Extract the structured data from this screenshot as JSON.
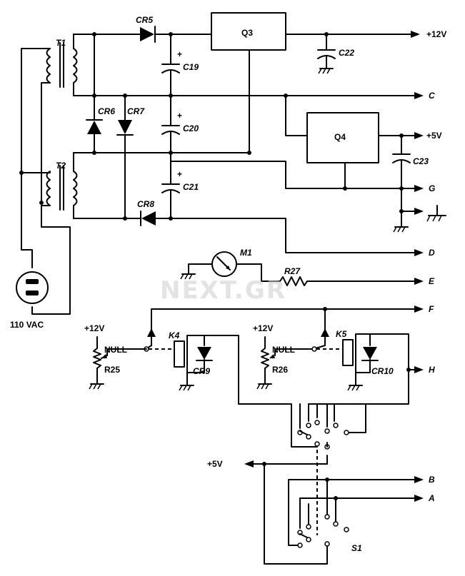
{
  "transformers": {
    "t1": "T1",
    "t2": "T2"
  },
  "diodes": {
    "cr5": "CR5",
    "cr6": "CR6",
    "cr7": "CR7",
    "cr8": "CR8",
    "cr9": "CR9",
    "cr10": "CR10"
  },
  "capacitors": {
    "c19": "C19",
    "c20": "C20",
    "c21": "C21",
    "c22": "C22",
    "c23": "C23",
    "plus": "+"
  },
  "regulators": {
    "q3": "Q3",
    "q4": "Q4"
  },
  "meter": {
    "m1": "M1"
  },
  "resistors": {
    "r27": "R27",
    "r25": "R25",
    "r26": "R26"
  },
  "relays": {
    "k4": "K4",
    "k5": "K5"
  },
  "switch": {
    "s1": "S1"
  },
  "supplies": {
    "plus12_top": "+12V",
    "plus5_right": "+5V",
    "plus12_a": "+12V",
    "plus12_b": "+12V",
    "plus5_lower": "+5V",
    "null_a": "NULL",
    "null_b": "NULL",
    "mains": "110 VAC"
  },
  "outputs": {
    "c": "C",
    "g": "G",
    "d": "D",
    "e": "E",
    "f": "F",
    "h": "H",
    "b": "B",
    "a": "A"
  },
  "watermark": "NEXT.GR"
}
